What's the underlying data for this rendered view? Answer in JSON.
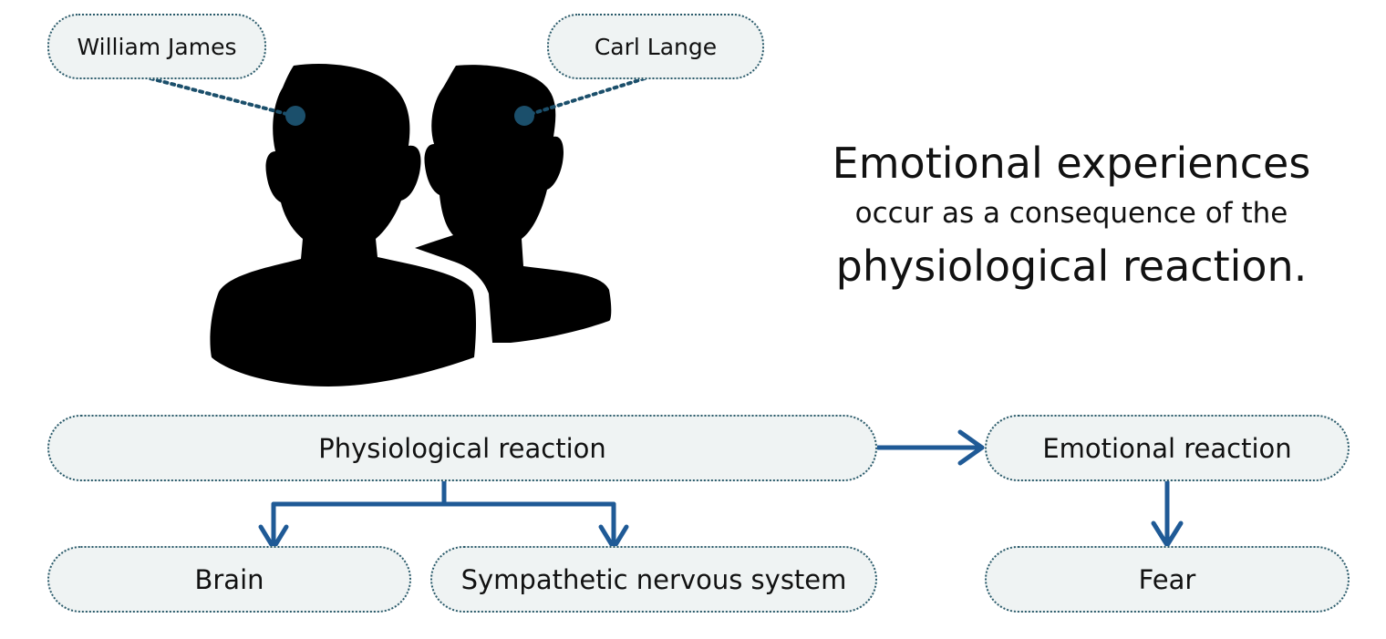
{
  "people": {
    "person_1": "William James",
    "person_2": "Carl Lange"
  },
  "headline": {
    "line1": "Emotional experiences",
    "line2": "occur as a consequence of the",
    "line3": "physiological reaction."
  },
  "flow": {
    "physiological": "Physiological reaction",
    "emotional": "Emotional reaction",
    "brain": "Brain",
    "sympathetic": "Sympathetic nervous system",
    "fear": "Fear"
  },
  "colors": {
    "arrow": "#1f5a96",
    "pill_fill": "#eff3f3",
    "pill_border": "#2a5a6a",
    "dot": "#1b4f6b",
    "silhouette": "#000000"
  },
  "icons": [
    "person-silhouette-icon",
    "person-silhouette-icon"
  ]
}
